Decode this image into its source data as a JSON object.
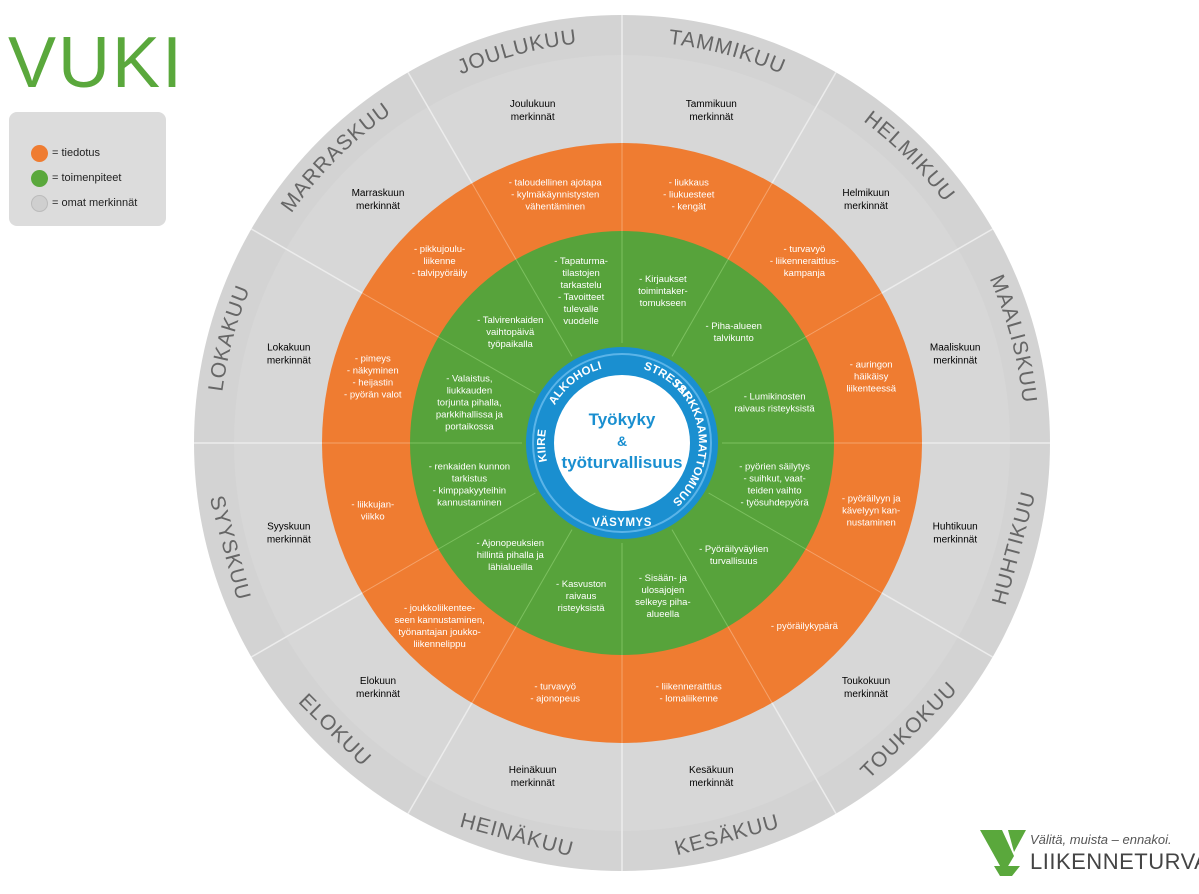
{
  "title": "VUKI",
  "legend": [
    {
      "label": "= tiedotus",
      "color": "#ef7c31"
    },
    {
      "label": "= toimenpiteet",
      "color": "#5aa83c"
    },
    {
      "label": "= omat merkinnät",
      "color": "#cfcfcf"
    }
  ],
  "colors": {
    "grey": "#d3d3d3",
    "orange": "#ef7c31",
    "green": "#57a33b",
    "blue": "#1a8fd0",
    "white": "#ffffff"
  },
  "center": {
    "line1": "Työkyky",
    "line2": "&",
    "line3": "työturvallisuus"
  },
  "themes": [
    "ALKOHOLI",
    "STRESSI",
    "TARKKAAMATTOMUUS",
    "VÄSYMYS",
    "KIIRE"
  ],
  "months": [
    {
      "name": "TAMMIKUU",
      "own": [
        "Tammikuun",
        "merkinnät"
      ],
      "info": [
        "- liukkaus",
        "- liukuesteet",
        "- kengät"
      ],
      "action": [
        "- Kirjaukset",
        "toimintaker-",
        "tomukseen"
      ]
    },
    {
      "name": "HELMIKUU",
      "own": [
        "Helmikuun",
        "merkinnät"
      ],
      "info": [
        "- turvavyö",
        "- liikenneraittius-",
        "kampanja"
      ],
      "action": [
        "- Piha-alueen",
        "talvikunto"
      ]
    },
    {
      "name": "MAALISKUU",
      "own": [
        "Maaliskuun",
        "merkinnät"
      ],
      "info": [
        "- auringon",
        "häikäisy",
        "liikenteessä"
      ],
      "action": [
        "- Lumikinosten",
        "raivaus risteyksistä"
      ]
    },
    {
      "name": "HUHTIKUU",
      "own": [
        "Huhtikuun",
        "merkinnät"
      ],
      "info": [
        "- pyöräilyyn ja",
        "kävelyyn kan-",
        "nustaminen"
      ],
      "action": [
        "- pyörien säilytys",
        "- suihkut, vaat-",
        "teiden vaihto",
        "- työsuhdepyörä"
      ]
    },
    {
      "name": "TOUKOKUU",
      "own": [
        "Toukokuun",
        "merkinnät"
      ],
      "info": [
        "- pyöräilykypärä"
      ],
      "action": [
        "- Pyöräilyväylien",
        "turvallisuus"
      ]
    },
    {
      "name": "KESÄKUU",
      "own": [
        "Kesäkuun",
        "merkinnät"
      ],
      "info": [
        "- liikenneraittius",
        "- lomaliikenne"
      ],
      "action": [
        "- Sisään- ja",
        "ulosajojen",
        "selkeys piha-",
        "alueella"
      ]
    },
    {
      "name": "HEINÄKUU",
      "own": [
        "Heinäkuun",
        "merkinnät"
      ],
      "info": [
        "- turvavyö",
        "- ajonopeus"
      ],
      "action": [
        "- Kasvuston",
        "raivaus",
        "risteyksistä"
      ]
    },
    {
      "name": "ELOKUU",
      "own": [
        "Elokuun",
        "merkinnät"
      ],
      "info": [
        "- joukkoliikentee-",
        "seen kannustaminen,",
        "työnantajan joukko-",
        "liikennelippu"
      ],
      "action": [
        "- Ajonopeuksien",
        "hillintä pihalla ja",
        "lähialueilla"
      ]
    },
    {
      "name": "SYYSKUU",
      "own": [
        "Syyskuun",
        "merkinnät"
      ],
      "info": [
        "- liikkujan-",
        "viikko"
      ],
      "action": [
        "- renkaiden kunnon",
        "tarkistus",
        "- kimppakyyteihin",
        "kannustaminen"
      ]
    },
    {
      "name": "LOKAKUU",
      "own": [
        "Lokakuun",
        "merkinnät"
      ],
      "info": [
        "- pimeys",
        "- näkyminen",
        "- heijastin",
        "- pyörän valot"
      ],
      "action": [
        "- Valaistus,",
        "liukkauden",
        "torjunta pihalla,",
        "parkkihallissa ja",
        "portaikossa"
      ]
    },
    {
      "name": "MARRASKUU",
      "own": [
        "Marraskuun",
        "merkinnät"
      ],
      "info": [
        "- pikkujoulu-",
        "liikenne",
        "- talvipyöräily"
      ],
      "action": [
        "- Talvirenkaiden",
        "vaihtopäivä",
        "työpaikalla"
      ]
    },
    {
      "name": "JOULUKUU",
      "own": [
        "Joulukuun",
        "merkinnät"
      ],
      "info": [
        "- taloudellinen ajotapa",
        "- kylmäkäynnistysten",
        "vähentäminen"
      ],
      "action": [
        "- Tapaturma-",
        "tilastojen",
        "tarkastelu",
        "- Tavoitteet",
        "tulevalle",
        "vuodelle"
      ]
    }
  ],
  "brand": {
    "slogan": "Välitä, muista – ennakoi.",
    "name": "LIIKENNETURVA"
  }
}
